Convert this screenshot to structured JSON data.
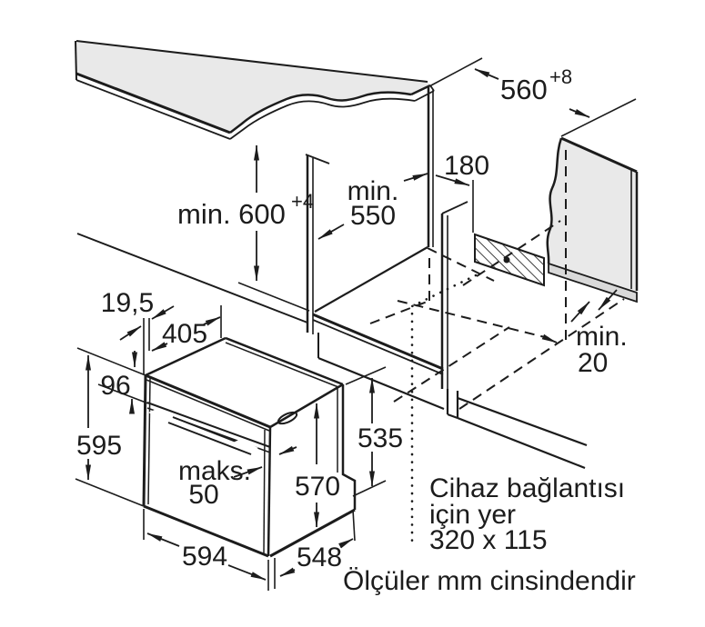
{
  "diagram": {
    "title": "oven-built-in-installation-dimensions",
    "unit_note": "Ölçüler mm cinsindendir",
    "connection_note_line1": "Cihaz bağlantısı",
    "connection_note_line2": "için yer",
    "connection_note_line3": "320 x 115",
    "dimensions": {
      "niche_height": "min. 600",
      "niche_height_tol": "+4",
      "niche_depth_1": "min.",
      "niche_depth_2": "550",
      "niche_width": "560",
      "niche_width_tol": "+8",
      "connection_offset": "180",
      "rear_gap_1": "min.",
      "rear_gap_2": "20",
      "front_overhang": "19,5",
      "top_depth": "405",
      "panel_height": "96",
      "oven_height": "595",
      "door_protrusion_1": "maks.",
      "door_protrusion_2": "50",
      "side_height": "570",
      "rear_height": "535",
      "oven_width": "594",
      "oven_depth": "548"
    }
  }
}
